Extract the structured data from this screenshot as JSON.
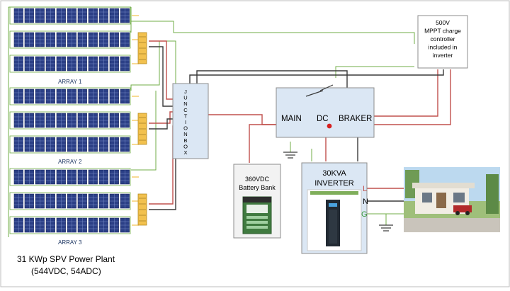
{
  "arrays": [
    {
      "label": "ARRAY 1"
    },
    {
      "label": "ARRAY 2"
    },
    {
      "label": "ARRAY 3"
    }
  ],
  "junction_box": {
    "letters": [
      "J",
      "U",
      "N",
      "C",
      "T",
      "I",
      "O",
      "N",
      "B",
      "O",
      "X"
    ]
  },
  "breaker": {
    "words": [
      "MAIN",
      "DC",
      "BRAKER"
    ]
  },
  "mppt": {
    "lines": [
      "500V",
      "MPPT charge",
      "controller",
      "included in",
      "inverter"
    ]
  },
  "battery": {
    "lines": [
      "360VDC",
      "Battery Bank"
    ]
  },
  "inverter": {
    "lines": [
      "30KVA",
      "INVERTER"
    ]
  },
  "terminals": {
    "l": "L",
    "n": "N",
    "g": "G"
  },
  "plant": {
    "lines": [
      "31 KWp SPV Power Plant",
      "(544VDC, 54ADC)"
    ]
  },
  "colors": {
    "red_wire": "#c0504d",
    "black_wire": "#3a3a3a",
    "green_wire": "#70ad47",
    "panel_fill": "#2b3f86",
    "panel_cell_line": "#8aa0d8",
    "combiner": "#f2c14e",
    "box_fill": "#dbe7f4",
    "terminal_red": "#c0504d",
    "terminal_green": "#3c9a3c"
  }
}
